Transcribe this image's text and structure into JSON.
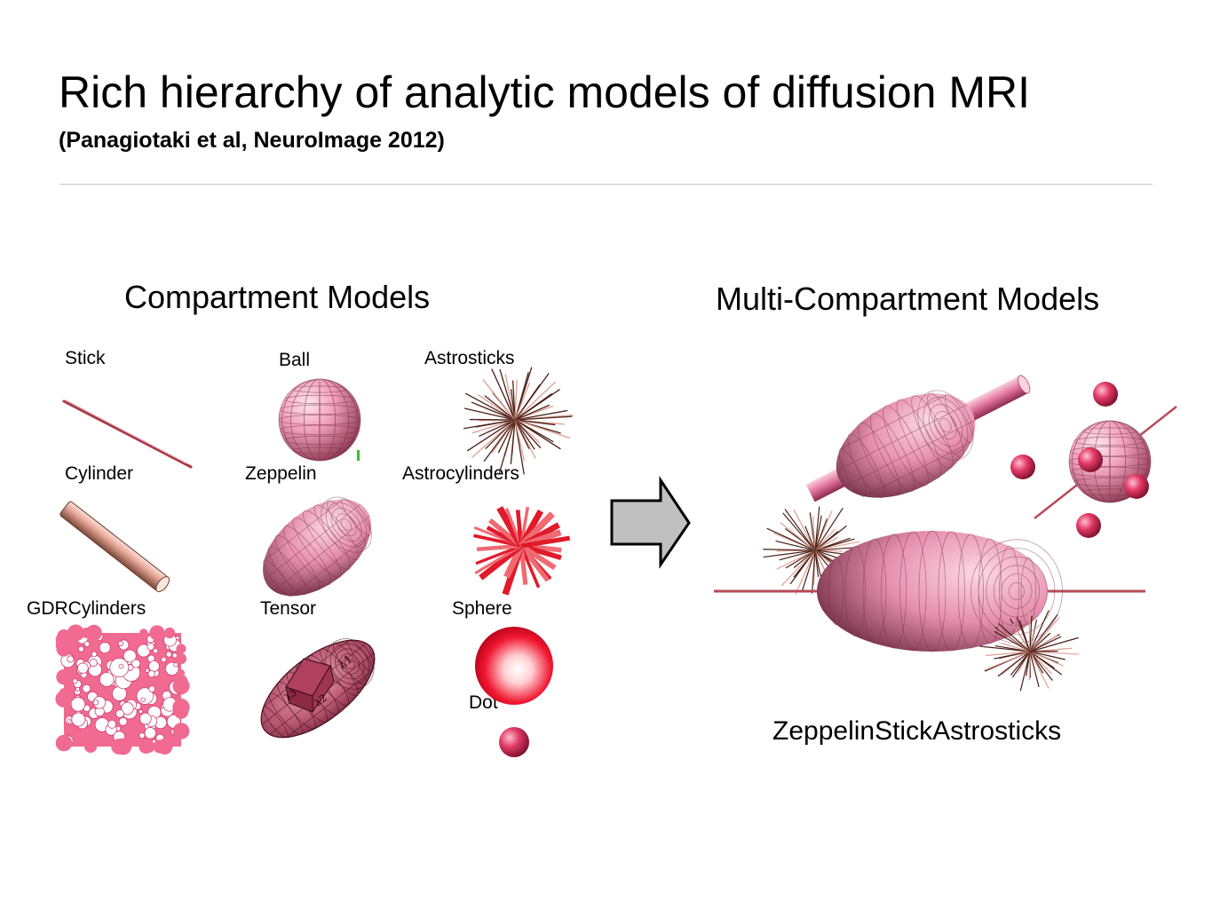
{
  "slide": {
    "title": "Rich hierarchy of analytic models of diffusion MRI",
    "subtitle": "(Panagiotaki et al, NeuroImage 2012)"
  },
  "left_panel": {
    "heading": "Compartment Models",
    "models": [
      {
        "label": "Stick",
        "icon": "stick-icon"
      },
      {
        "label": "Ball",
        "icon": "ball-icon"
      },
      {
        "label": "Astrosticks",
        "icon": "astrosticks-icon"
      },
      {
        "label": "Cylinder",
        "icon": "cylinder-icon"
      },
      {
        "label": "Zeppelin",
        "icon": "zeppelin-icon"
      },
      {
        "label": "Astrocylinders",
        "icon": "astrocylinders-icon"
      },
      {
        "label": "GDRCylinders",
        "icon": "gdrcylinders-icon"
      },
      {
        "label": "Tensor",
        "icon": "tensor-icon"
      },
      {
        "label": "Sphere",
        "icon": "sphere-icon"
      },
      {
        "label": "Dot",
        "icon": "dot-icon"
      }
    ],
    "tensor_symbols": [
      "λ1",
      "λ2",
      "λ3"
    ]
  },
  "arrow": {
    "icon": "right-arrow-icon",
    "fill": "#c0c0c0"
  },
  "right_panel": {
    "heading": "Multi-Compartment Models",
    "caption": "ZeppelinStickAstrosticks"
  },
  "colors": {
    "pink_light": "#f7c6d6",
    "pink_mid": "#e586a6",
    "pink_dark": "#9c3c5c",
    "red": "#e0102a",
    "spike": "#5a2a22"
  }
}
